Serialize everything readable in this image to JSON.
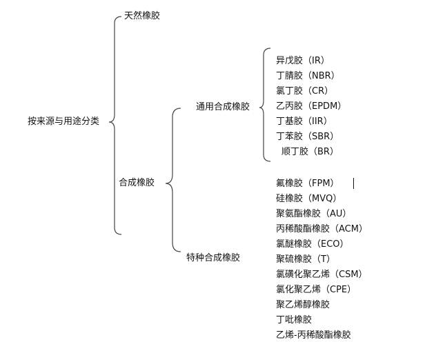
{
  "root": "按来源与用途分类",
  "natural": "天然橡胶",
  "synthetic": "合成橡胶",
  "general": {
    "label": "通用合成橡胶",
    "items": [
      "异戊胶（IR）",
      "丁腈胶（NBR）",
      "氯丁胶（CR）",
      "乙丙胶（EPDM）",
      "丁基胶（IIR）",
      "丁苯胶（SBR）",
      "顺丁胶（BR）"
    ]
  },
  "special": {
    "label": "特种合成橡胶",
    "items": [
      "氟橡胶（FPM）",
      "硅橡胶（MVQ）",
      "聚氨酯橡胶（AU）",
      "丙稀酸酯橡胶（ACM）",
      "氯醚橡胶（ECO）",
      "聚硫橡胶（T）",
      "氯磺化聚乙烯（CSM）",
      "氯化聚乙烯（CPE）",
      "聚乙烯醇橡胶",
      "丁吡橡胶",
      "乙烯-丙稀酸酯橡胶"
    ]
  }
}
